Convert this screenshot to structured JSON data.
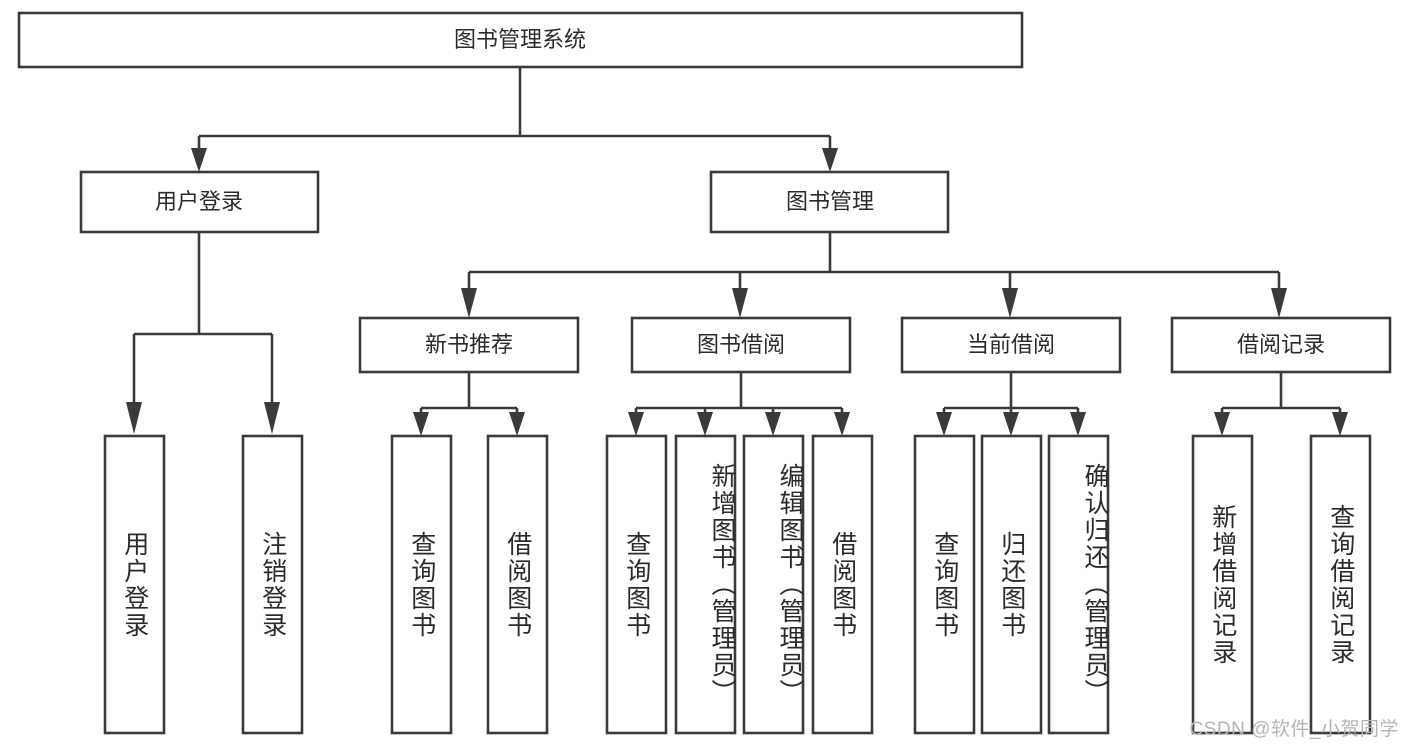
{
  "diagram": {
    "title_node": {
      "label": "图书管理系统"
    },
    "level2": [
      {
        "id": "user-login",
        "label": "用户登录"
      },
      {
        "id": "book-management",
        "label": "图书管理"
      }
    ],
    "level3": [
      {
        "id": "new-book-recommend",
        "label": "新书推荐"
      },
      {
        "id": "book-borrow",
        "label": "图书借阅"
      },
      {
        "id": "current-borrow",
        "label": "当前借阅"
      },
      {
        "id": "borrow-record",
        "label": "借阅记录"
      }
    ],
    "leaves": [
      {
        "id": "leaf-user-login",
        "label": "用户登录",
        "parent": "user-login"
      },
      {
        "id": "leaf-logout",
        "label": "注销登录",
        "parent": "user-login"
      },
      {
        "id": "leaf-query-book-1",
        "label": "查询图书",
        "parent": "new-book-recommend"
      },
      {
        "id": "leaf-borrow-book-1",
        "label": "借阅图书",
        "parent": "new-book-recommend"
      },
      {
        "id": "leaf-query-book-2",
        "label": "查询图书",
        "parent": "book-borrow"
      },
      {
        "id": "leaf-add-book",
        "label": "新增图书（管理员）",
        "parent": "book-borrow"
      },
      {
        "id": "leaf-edit-book",
        "label": "编辑图书（管理员）",
        "parent": "book-borrow"
      },
      {
        "id": "leaf-borrow-book-2",
        "label": "借阅图书",
        "parent": "book-borrow"
      },
      {
        "id": "leaf-query-book-3",
        "label": "查询图书",
        "parent": "current-borrow"
      },
      {
        "id": "leaf-return-book",
        "label": "归还图书",
        "parent": "current-borrow"
      },
      {
        "id": "leaf-confirm-return",
        "label": "确认归还（管理员）",
        "parent": "current-borrow"
      },
      {
        "id": "leaf-add-record",
        "label": "新增借阅记录",
        "parent": "borrow-record"
      },
      {
        "id": "leaf-query-record",
        "label": "查询借阅记录",
        "parent": "borrow-record"
      }
    ],
    "watermark": "CSDN @软件_小贺同学",
    "colors": {
      "stroke": "#3a3a3a",
      "fill": "#ffffff",
      "text": "#2b2b2b",
      "watermark": "#b4b4b4"
    }
  }
}
